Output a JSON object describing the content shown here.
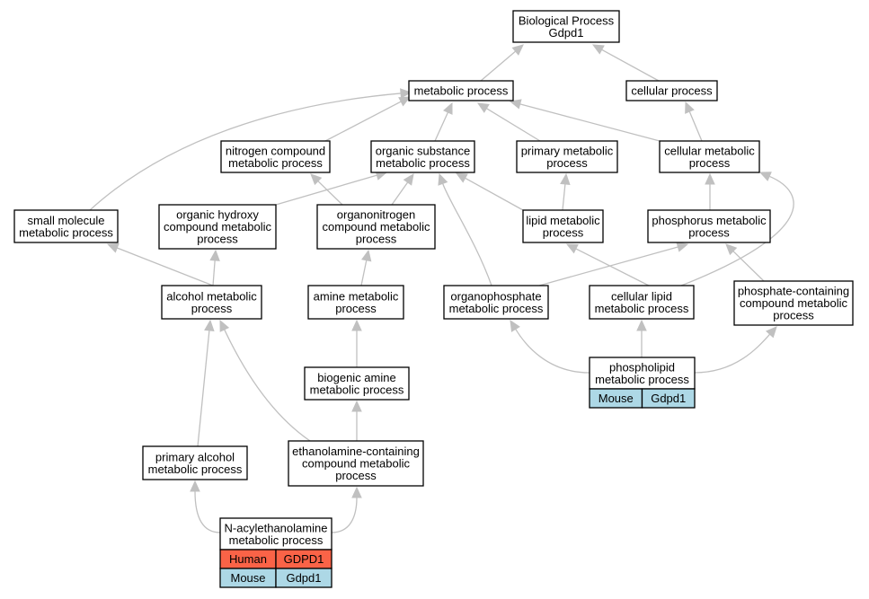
{
  "graph": {
    "nodes": [
      {
        "id": "bp",
        "lines": [
          "Biological Process",
          "Gdpd1"
        ]
      },
      {
        "id": "metabolic",
        "lines": [
          "metabolic process"
        ]
      },
      {
        "id": "cellular",
        "lines": [
          "cellular process"
        ]
      },
      {
        "id": "nitrogen",
        "lines": [
          "nitrogen compound",
          "metabolic process"
        ]
      },
      {
        "id": "organic_substance",
        "lines": [
          "organic substance",
          "metabolic process"
        ]
      },
      {
        "id": "primary_metabolic",
        "lines": [
          "primary metabolic",
          "process"
        ]
      },
      {
        "id": "cellular_metabolic",
        "lines": [
          "cellular metabolic",
          "process"
        ]
      },
      {
        "id": "small_molecule",
        "lines": [
          "small molecule",
          "metabolic process"
        ]
      },
      {
        "id": "organic_hydroxy",
        "lines": [
          "organic hydroxy",
          "compound metabolic",
          "process"
        ]
      },
      {
        "id": "organonitrogen",
        "lines": [
          "organonitrogen",
          "compound metabolic",
          "process"
        ]
      },
      {
        "id": "lipid_metabolic",
        "lines": [
          "lipid metabolic",
          "process"
        ]
      },
      {
        "id": "phosphorus_metabolic",
        "lines": [
          "phosphorus metabolic",
          "process"
        ]
      },
      {
        "id": "alcohol_metabolic",
        "lines": [
          "alcohol metabolic",
          "process"
        ]
      },
      {
        "id": "amine_metabolic",
        "lines": [
          "amine metabolic",
          "process"
        ]
      },
      {
        "id": "organophosphate",
        "lines": [
          "organophosphate",
          "metabolic process"
        ]
      },
      {
        "id": "cellular_lipid",
        "lines": [
          "cellular lipid",
          "metabolic process"
        ]
      },
      {
        "id": "phosphate_containing",
        "lines": [
          "phosphate-containing",
          "compound metabolic",
          "process"
        ]
      },
      {
        "id": "biogenic_amine",
        "lines": [
          "biogenic amine",
          "metabolic process"
        ]
      },
      {
        "id": "phospholipid",
        "lines": [
          "phospholipid",
          "metabolic process"
        ],
        "annotations": [
          {
            "species": "Mouse",
            "gene": "Gdpd1",
            "color": "#add8e6"
          }
        ]
      },
      {
        "id": "primary_alcohol",
        "lines": [
          "primary alcohol",
          "metabolic process"
        ]
      },
      {
        "id": "ethanolamine",
        "lines": [
          "ethanolamine-containing",
          "compound metabolic",
          "process"
        ]
      },
      {
        "id": "nae",
        "lines": [
          "N-acylethanolamine",
          "metabolic process"
        ],
        "annotations": [
          {
            "species": "Human",
            "gene": "GDPD1",
            "color": "#fa6347"
          },
          {
            "species": "Mouse",
            "gene": "Gdpd1",
            "color": "#add8e6"
          }
        ]
      }
    ],
    "edges": [
      {
        "from": "metabolic",
        "to": "bp"
      },
      {
        "from": "cellular",
        "to": "bp"
      },
      {
        "from": "nitrogen",
        "to": "metabolic"
      },
      {
        "from": "organic_substance",
        "to": "metabolic"
      },
      {
        "from": "primary_metabolic",
        "to": "metabolic"
      },
      {
        "from": "cellular_metabolic",
        "to": "metabolic"
      },
      {
        "from": "small_molecule",
        "to": "metabolic"
      },
      {
        "from": "cellular_metabolic",
        "to": "cellular"
      },
      {
        "from": "organic_hydroxy",
        "to": "organic_substance"
      },
      {
        "from": "organonitrogen",
        "to": "nitrogen"
      },
      {
        "from": "organonitrogen",
        "to": "organic_substance"
      },
      {
        "from": "lipid_metabolic",
        "to": "organic_substance"
      },
      {
        "from": "organophosphate",
        "to": "organic_substance"
      },
      {
        "from": "lipid_metabolic",
        "to": "primary_metabolic"
      },
      {
        "from": "phosphorus_metabolic",
        "to": "cellular_metabolic"
      },
      {
        "from": "cellular_lipid",
        "to": "cellular_metabolic"
      },
      {
        "from": "alcohol_metabolic",
        "to": "small_molecule"
      },
      {
        "from": "alcohol_metabolic",
        "to": "organic_hydroxy"
      },
      {
        "from": "amine_metabolic",
        "to": "organonitrogen"
      },
      {
        "from": "cellular_lipid",
        "to": "lipid_metabolic"
      },
      {
        "from": "organophosphate",
        "to": "phosphorus_metabolic"
      },
      {
        "from": "phosphate_containing",
        "to": "phosphorus_metabolic"
      },
      {
        "from": "biogenic_amine",
        "to": "amine_metabolic"
      },
      {
        "from": "phospholipid",
        "to": "organophosphate"
      },
      {
        "from": "phospholipid",
        "to": "cellular_lipid"
      },
      {
        "from": "phospholipid",
        "to": "phosphate_containing"
      },
      {
        "from": "primary_alcohol",
        "to": "alcohol_metabolic"
      },
      {
        "from": "ethanolamine",
        "to": "alcohol_metabolic"
      },
      {
        "from": "ethanolamine",
        "to": "biogenic_amine"
      },
      {
        "from": "nae",
        "to": "primary_alcohol"
      },
      {
        "from": "nae",
        "to": "ethanolamine"
      }
    ]
  },
  "colors": {
    "edge": "#c0c0c0",
    "human": "#fa6347",
    "mouse": "#add8e6"
  }
}
